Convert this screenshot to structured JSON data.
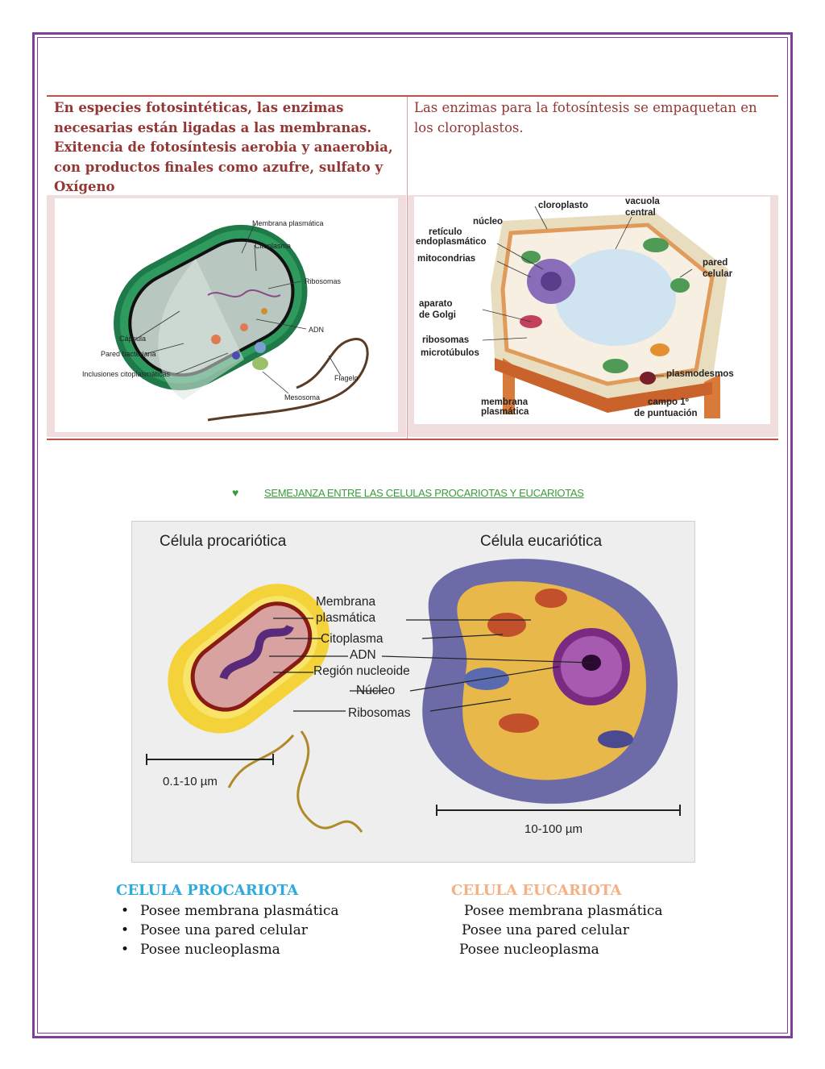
{
  "table": {
    "left_text": "En especies fotosintéticas, las enzimas necesarias están ligadas a las membranas. Exitencia de fotosíntesis aerobia y anaerobia, con productos finales como azufre, sulfato y Oxígeno",
    "right_text": "Las enzimas para la fotosíntesis se empaquetan en los cloroplastos.",
    "prokaryote_labels": [
      "Membrana plasmática",
      "Citoplasma",
      "Ribosomas",
      "ADN",
      "Cápsula",
      "Pared bacteriana",
      "Inclusiones citoplasmáticas",
      "Flagelo",
      "Mesosoma"
    ],
    "plant_labels": [
      "cloroplasto",
      "vacuola",
      "central",
      "núcleo",
      "retículo",
      "endoplasmático",
      "mitocondrias",
      "pared",
      "celular",
      "aparato",
      "de Golgi",
      "ribosomas",
      "microtúbulos",
      "plasmodesmos",
      "membrana",
      "plasmática",
      "campo 1º",
      "de puntuación"
    ]
  },
  "section": {
    "bullet": "♥",
    "heading": "SEMEJANZA ENTRE LAS CELULAS PROCARIOTAS Y EUCARIOTAS"
  },
  "comparison_figure": {
    "title_left": "Célula procariótica",
    "title_right": "Célula eucariótica",
    "labels": [
      "Membrana",
      "plasmática",
      "Citoplasma",
      "ADN",
      "Región nucleoide",
      "Núcleo",
      "Ribosomas"
    ],
    "scale_left": "0.1-10 µm",
    "scale_right": "10-100 µm"
  },
  "lists": {
    "procariota": {
      "heading": "CELULA PROCARIOTA",
      "color": "#2eaadc",
      "items": [
        "Posee membrana plasmática",
        "Posee una pared celular",
        "Posee nucleoplasma"
      ]
    },
    "eucariota": {
      "heading": "CELULA EUCARIOTA",
      "color": "#f4b183",
      "items": [
        "Posee membrana plasmática",
        "Posee una pared celular",
        "Posee nucleoplasma"
      ]
    },
    "bullet": "•"
  },
  "colors": {
    "frame": "#7b3f9e",
    "table_text": "#943634",
    "rule": "#c0504d",
    "heading_green": "#3a9b3a"
  }
}
